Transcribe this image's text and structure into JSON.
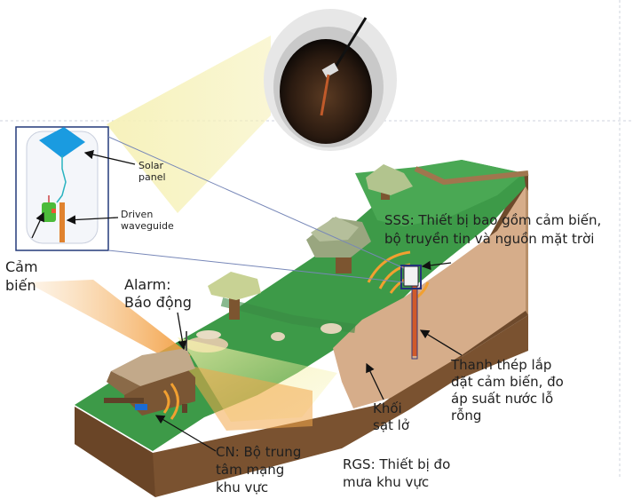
{
  "labels": {
    "solar_panel": [
      "Solar",
      "panel"
    ],
    "driven_waveguide": [
      "Driven",
      "waveguide"
    ],
    "sensor": [
      "Cảm",
      "biến"
    ],
    "alarm": [
      "Alarm:",
      "Báo động"
    ],
    "sss": [
      "SSS: Thiết bị bao gồm cảm biến,",
      "bộ truyền tin và nguồn mặt trời"
    ],
    "steel_rod": [
      "Thanh thép lắp",
      "đặt cảm biến, đo",
      "áp suất nước lỗ",
      "rỗng"
    ],
    "landslide": [
      "Khối",
      "sạt lở"
    ],
    "cn": [
      "CN: Bộ trung",
      "tâm mạng",
      "khu vực"
    ],
    "rgs": [
      "RGS: Thiết bị đo",
      "mưa khu vực"
    ]
  },
  "colors": {
    "grass": "#3d9a48",
    "grass_light": "#52ad5a",
    "soil_side": "#7a5230",
    "soil_front": "#94643a",
    "landslide": "#d6ad8a",
    "yellow_beam": "#f3ec8f",
    "orange_beam": "#f2a64a",
    "solar_panel": "#1a9be0",
    "sensor_green": "#4cbb3a",
    "waveguide": "#e0822e",
    "inset_border": "#243a7a"
  }
}
